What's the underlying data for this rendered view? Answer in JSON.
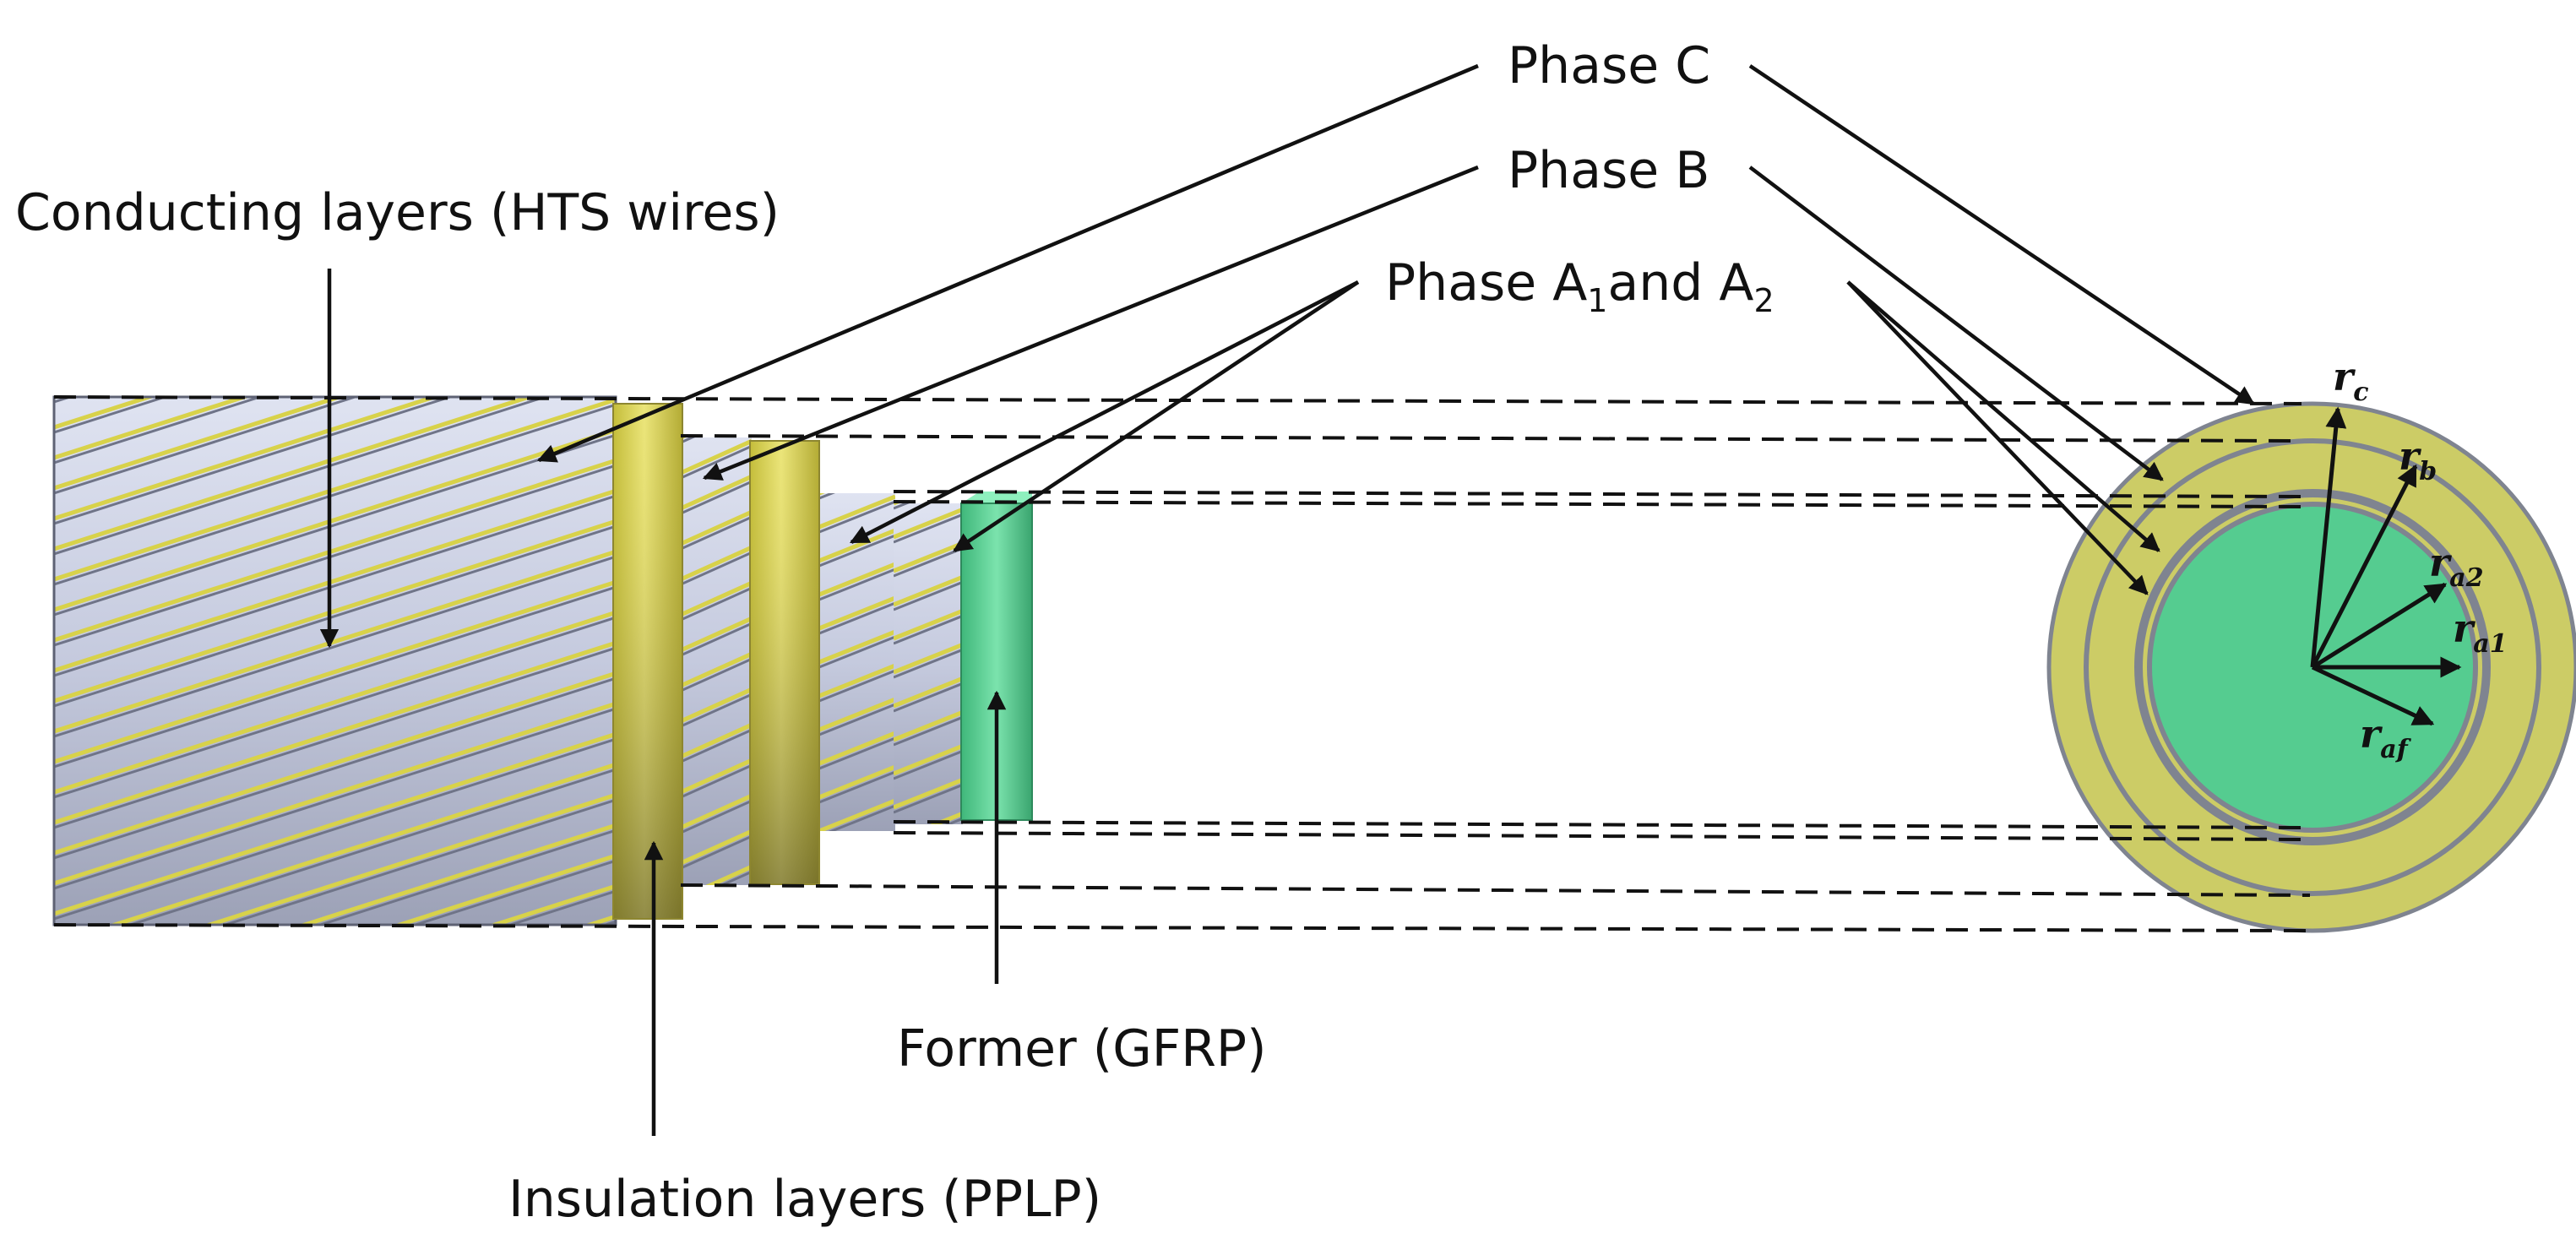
{
  "labels": {
    "conducting": "Conducting layers (HTS wires)",
    "phase_c": "Phase C",
    "phase_b": "Phase B",
    "phase_a_prefix": "Phase A",
    "phase_a_sub1": "1",
    "phase_a_mid": "and A",
    "phase_a_sub2": "2",
    "former": "Former (GFRP)",
    "insulation": "Insulation layers (PPLP)"
  },
  "radius_labels": [
    {
      "main": "r",
      "sub": "c"
    },
    {
      "main": "r",
      "sub": "b"
    },
    {
      "main": "r",
      "sub": "a2"
    },
    {
      "main": "r",
      "sub": "a1"
    },
    {
      "main": "r",
      "sub": "af"
    }
  ],
  "colors": {
    "hts_wire_face": "#c9cfe3",
    "hts_wire_shadow": "#6f7488",
    "hts_gap_yellow": "#d8d24a",
    "insulation_yellow": "#d9d35a",
    "cross_section_yellow": "#cccc66",
    "former_green": "#55cc90",
    "outline_gray": "#7f8490"
  }
}
